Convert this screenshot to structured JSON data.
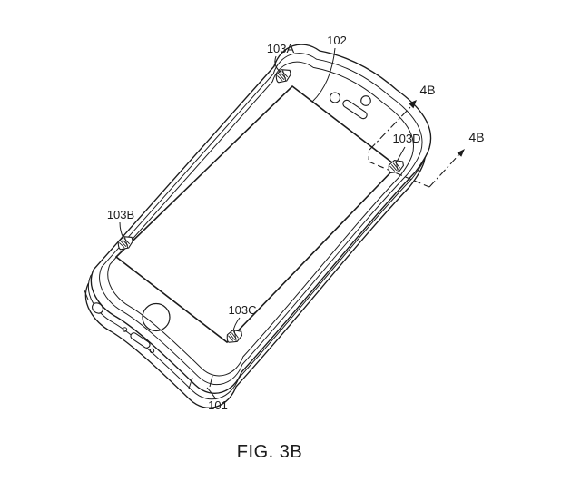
{
  "figure": {
    "caption": "FIG. 3B",
    "type": "patent-line-drawing",
    "labels": {
      "housing": "101",
      "cover_glass": "102",
      "clip_a": "103A",
      "clip_b": "103B",
      "clip_c": "103C",
      "clip_d": "103D",
      "section_arrow_1": "4B",
      "section_arrow_2": "4B"
    },
    "colors": {
      "background": "#ffffff",
      "line": "#1c1c1c"
    }
  }
}
